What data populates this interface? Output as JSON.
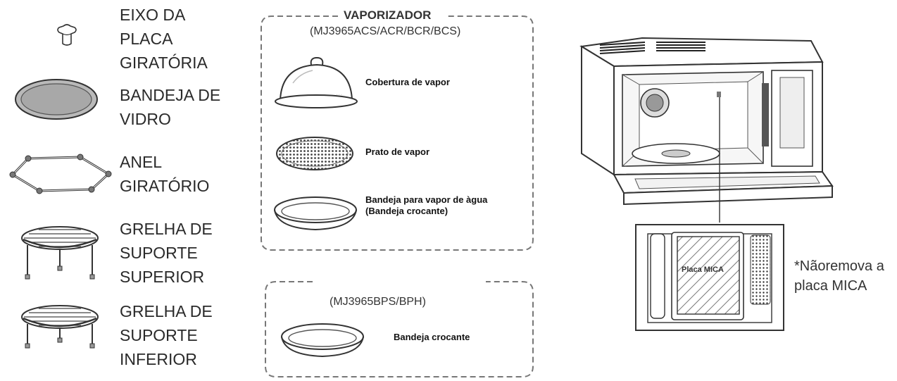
{
  "left_parts": [
    {
      "lines": [
        "EIXO DA",
        "PLACA",
        "GIRATÓRIA"
      ],
      "icon": "turntable-shaft-icon"
    },
    {
      "lines": [
        "BANDEJA DE",
        "VIDRO"
      ],
      "icon": "glass-tray-icon"
    },
    {
      "lines": [
        "ANEL",
        "GIRATÓRIO"
      ],
      "icon": "roller-ring-icon"
    },
    {
      "lines": [
        "GRELHA DE",
        "SUPORTE",
        "SUPERIOR"
      ],
      "icon": "high-rack-icon"
    },
    {
      "lines": [
        "GRELHA DE",
        "SUPORTE",
        "INFERIOR"
      ],
      "icon": "low-rack-icon"
    }
  ],
  "steamer_box": {
    "title": "VAPORIZADOR",
    "models": "(MJ3965ACS/ACR/BCR/BCS)",
    "items": [
      {
        "lines": [
          "Cobertura de vapor"
        ],
        "icon": "steam-cover-icon"
      },
      {
        "lines": [
          "Prato de vapor"
        ],
        "icon": "steam-plate-icon"
      },
      {
        "lines": [
          "Bandeja para vapor de àgua",
          "(Bandeja crocante)"
        ],
        "icon": "water-tray-icon"
      }
    ]
  },
  "crisp_box": {
    "models": "(MJ3965BPS/BPH)",
    "items": [
      {
        "lines": [
          "Bandeja crocante"
        ],
        "icon": "crisp-tray-icon"
      }
    ]
  },
  "oven": {
    "mica_label": "Placa MICA",
    "note_lines": [
      "*Nãoremova a",
      "placa MICA"
    ]
  }
}
